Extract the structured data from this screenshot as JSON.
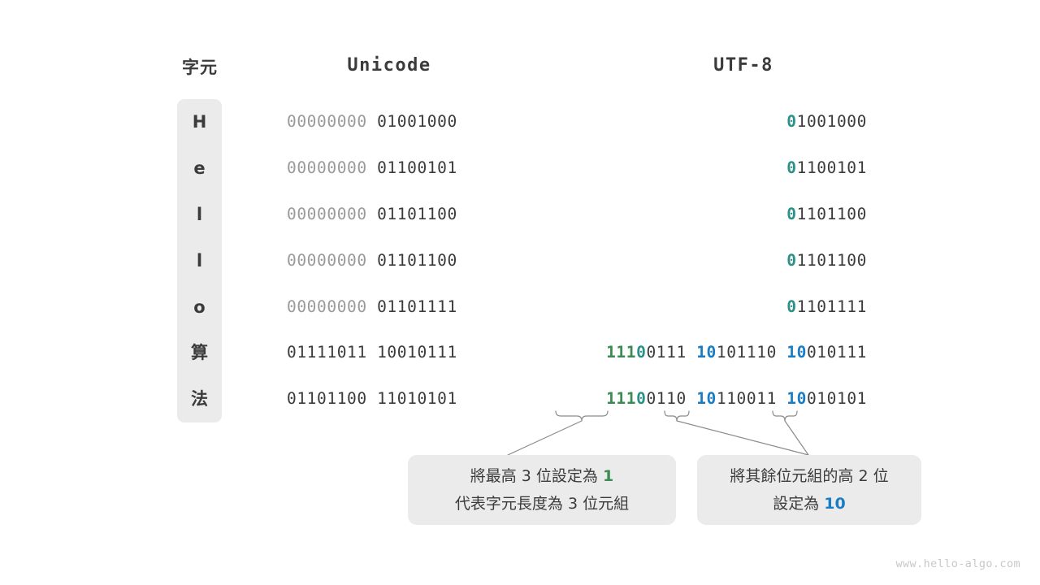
{
  "headers": {
    "character": "字元",
    "unicode": "Unicode",
    "utf8": "UTF-8"
  },
  "rows": [
    {
      "char": "H",
      "unicode_high": "00000000",
      "unicode_low": "01001000",
      "utf8_b1_mark": "0",
      "utf8_b1_rest": "1001000"
    },
    {
      "char": "e",
      "unicode_high": "00000000",
      "unicode_low": "01100101",
      "utf8_b1_mark": "0",
      "utf8_b1_rest": "1100101"
    },
    {
      "char": "l",
      "unicode_high": "00000000",
      "unicode_low": "01101100",
      "utf8_b1_mark": "0",
      "utf8_b1_rest": "1101100"
    },
    {
      "char": "l",
      "unicode_high": "00000000",
      "unicode_low": "01101100",
      "utf8_b1_mark": "0",
      "utf8_b1_rest": "1101100"
    },
    {
      "char": "o",
      "unicode_high": "00000000",
      "unicode_low": "01101111",
      "utf8_b1_mark": "0",
      "utf8_b1_rest": "1101111"
    },
    {
      "char": "算",
      "unicode_high": "01111011",
      "unicode_low": "10010111",
      "utf8_b1_len": "111",
      "utf8_b1_zero": "0",
      "utf8_b1_rest": "0111",
      "utf8_b2_mark": "10",
      "utf8_b2_rest": "101110",
      "utf8_b3_mark": "10",
      "utf8_b3_rest": "010111"
    },
    {
      "char": "法",
      "unicode_high": "01101100",
      "unicode_low": "11010101",
      "utf8_b1_len": "111",
      "utf8_b1_zero": "0",
      "utf8_b1_rest": "0110",
      "utf8_b2_mark": "10",
      "utf8_b2_rest": "110011",
      "utf8_b3_mark": "10",
      "utf8_b3_rest": "010101"
    }
  ],
  "notes": {
    "note1": {
      "line1_a": "將最高 3 位設定為 ",
      "line1_b": "1",
      "line2": "代表字元長度為 3 位元組"
    },
    "note2": {
      "line1": "將其餘位元組的高 2 位",
      "line2_a": "設定為 ",
      "line2_b": "10"
    }
  },
  "watermark": "www.hello-algo.com",
  "colors": {
    "text": "#3b3b3b",
    "dim": "#9a9a9a",
    "green": "#3c8b52",
    "teal": "#2b9188",
    "blue": "#1a7dc4",
    "panel": "#ebebeb",
    "connector": "#8c8c8c",
    "watermark": "#c8c8c8"
  }
}
